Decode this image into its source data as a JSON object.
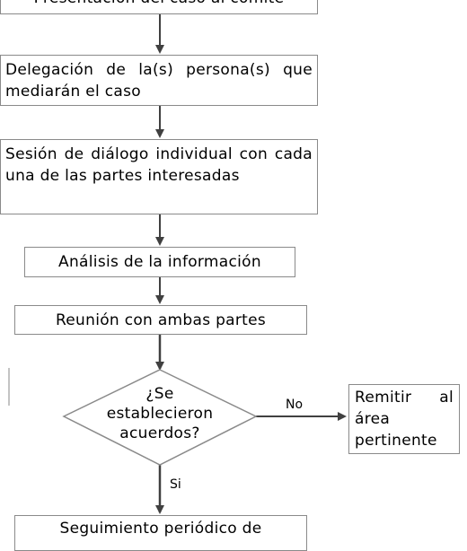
{
  "flowchart": {
    "step1": "Presentación del caso al comité",
    "step2": "Delegación de la(s) persona(s) que mediarán el caso",
    "step3": "Sesión de diálogo individual con cada una de las partes interesadas",
    "step4": "Análisis de la información",
    "step5": "Reunión con ambas partes",
    "decision": {
      "line1": "¿Se",
      "line2": "establecieron",
      "line3": "acuerdos?"
    },
    "no_label": "No",
    "no_target": "Remitir al área pertinente",
    "yes_label": "Si",
    "step6": "Seguimiento periódico de"
  },
  "colors": {
    "border": "#8a8a8a",
    "arrow": "#404040",
    "background": "#ffffff"
  }
}
